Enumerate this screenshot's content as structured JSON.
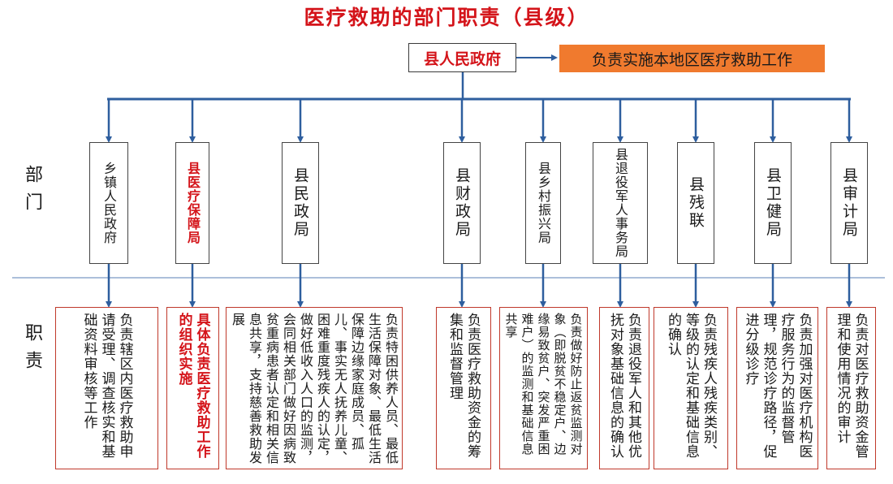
{
  "title": "医疗救助的部门职责（县级）",
  "top": {
    "gov": "县人民政府",
    "responsibility": "负责实施本地区医疗救助工作"
  },
  "side_labels": {
    "departments": "部门",
    "duties": "职责"
  },
  "colors": {
    "line": "#2e5e9e",
    "title_red": "#d4141a",
    "orange": "#f07a2e",
    "duty_border": "#c0392b"
  },
  "departments": [
    {
      "name": "乡镇人民政府",
      "highlight": false,
      "duty": "负责辖区内医疗救助申请受理、调查核实和基础资料审核等工作"
    },
    {
      "name": "县医疗保障局",
      "highlight": true,
      "duty": "具体负责医疗救助工作的组织实施"
    },
    {
      "name": "县民政局",
      "highlight": false,
      "duty": "负责特困供养人员、最低生活保障对象、最低生活保障边缘家庭成员、孤儿、事实无人抚养儿童、困难重度残疾人的认定，做好低收入人口的监测，会同相关部门做好因病致贫重病患者认定和相关信息共享，支持慈善救助发展"
    },
    {
      "name": "县财政局",
      "highlight": false,
      "duty": "负责医疗救助资金的筹集和监督管理"
    },
    {
      "name": "县乡村振兴局",
      "highlight": false,
      "duty": "负责做好防止返贫监测对象（即脱贫不稳定户、边缘易致贫户、突发严重困难户）的监测和基础信息共享"
    },
    {
      "name": "县退役军人事务局",
      "highlight": false,
      "duty": "负责退役军人和其他优抚对象基础信息的确认"
    },
    {
      "name": "县残联",
      "highlight": false,
      "duty": "负责残疾人残疾类别、等级的认定和基础信息的确认"
    },
    {
      "name": "县卫健局",
      "highlight": false,
      "duty": "负责加强对医疗机构医疗服务行为的监督管理，规范诊疗路径，促进分级诊疗"
    },
    {
      "name": "县审计局",
      "highlight": false,
      "duty": "负责对医疗救助资金管理和使用情况的审计"
    }
  ]
}
